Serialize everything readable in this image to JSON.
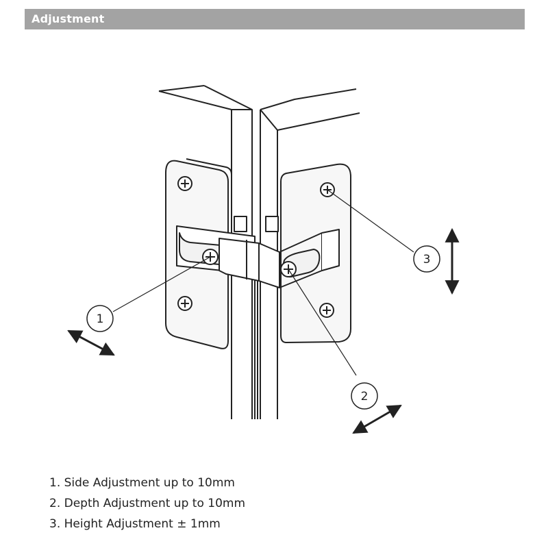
{
  "header": {
    "title": "Adjustment"
  },
  "callouts": [
    {
      "number": "1",
      "meaning": "Side Adjustment"
    },
    {
      "number": "2",
      "meaning": "Depth Adjustment"
    },
    {
      "number": "3",
      "meaning": "Height Adjustment"
    }
  ],
  "legend": [
    "1. Side Adjustment up to 10mm",
    "2. Depth Adjustment up to 10mm",
    "3. Height Adjustment ± 1mm"
  ],
  "colors": {
    "header_bg": "#a3a3a3",
    "header_text": "#ffffff",
    "line": "#222222",
    "plate": "#f7f7f7"
  }
}
